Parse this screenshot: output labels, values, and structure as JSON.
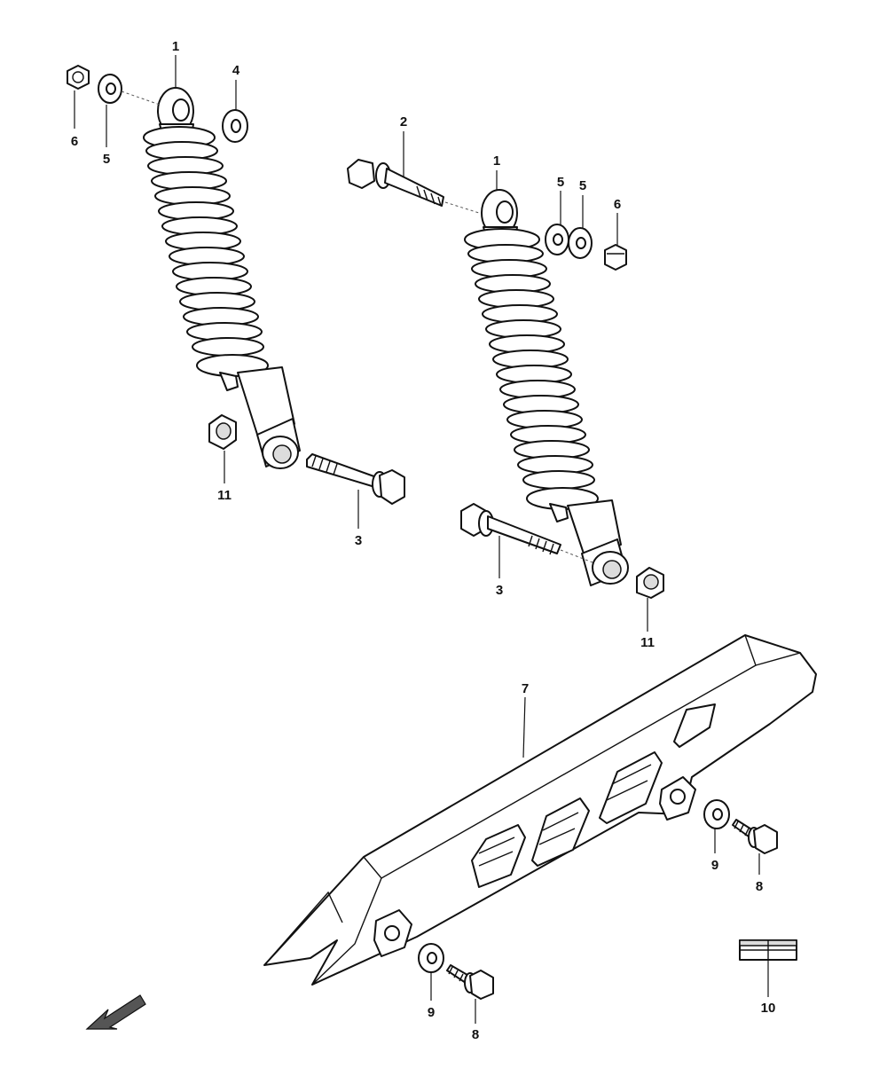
{
  "callouts": {
    "c1a": "1",
    "c1b": "1",
    "c2": "2",
    "c3a": "3",
    "c3b": "3",
    "c4": "4",
    "c5a": "5",
    "c5b": "5",
    "c5c": "5",
    "c6a": "6",
    "c6b": "6",
    "c7": "7",
    "c8a": "8",
    "c8b": "8",
    "c9a": "9",
    "c9b": "9",
    "c10": "10",
    "c11a": "11",
    "c11b": "11"
  },
  "icons": {
    "direction": "front-arrow-icon"
  }
}
